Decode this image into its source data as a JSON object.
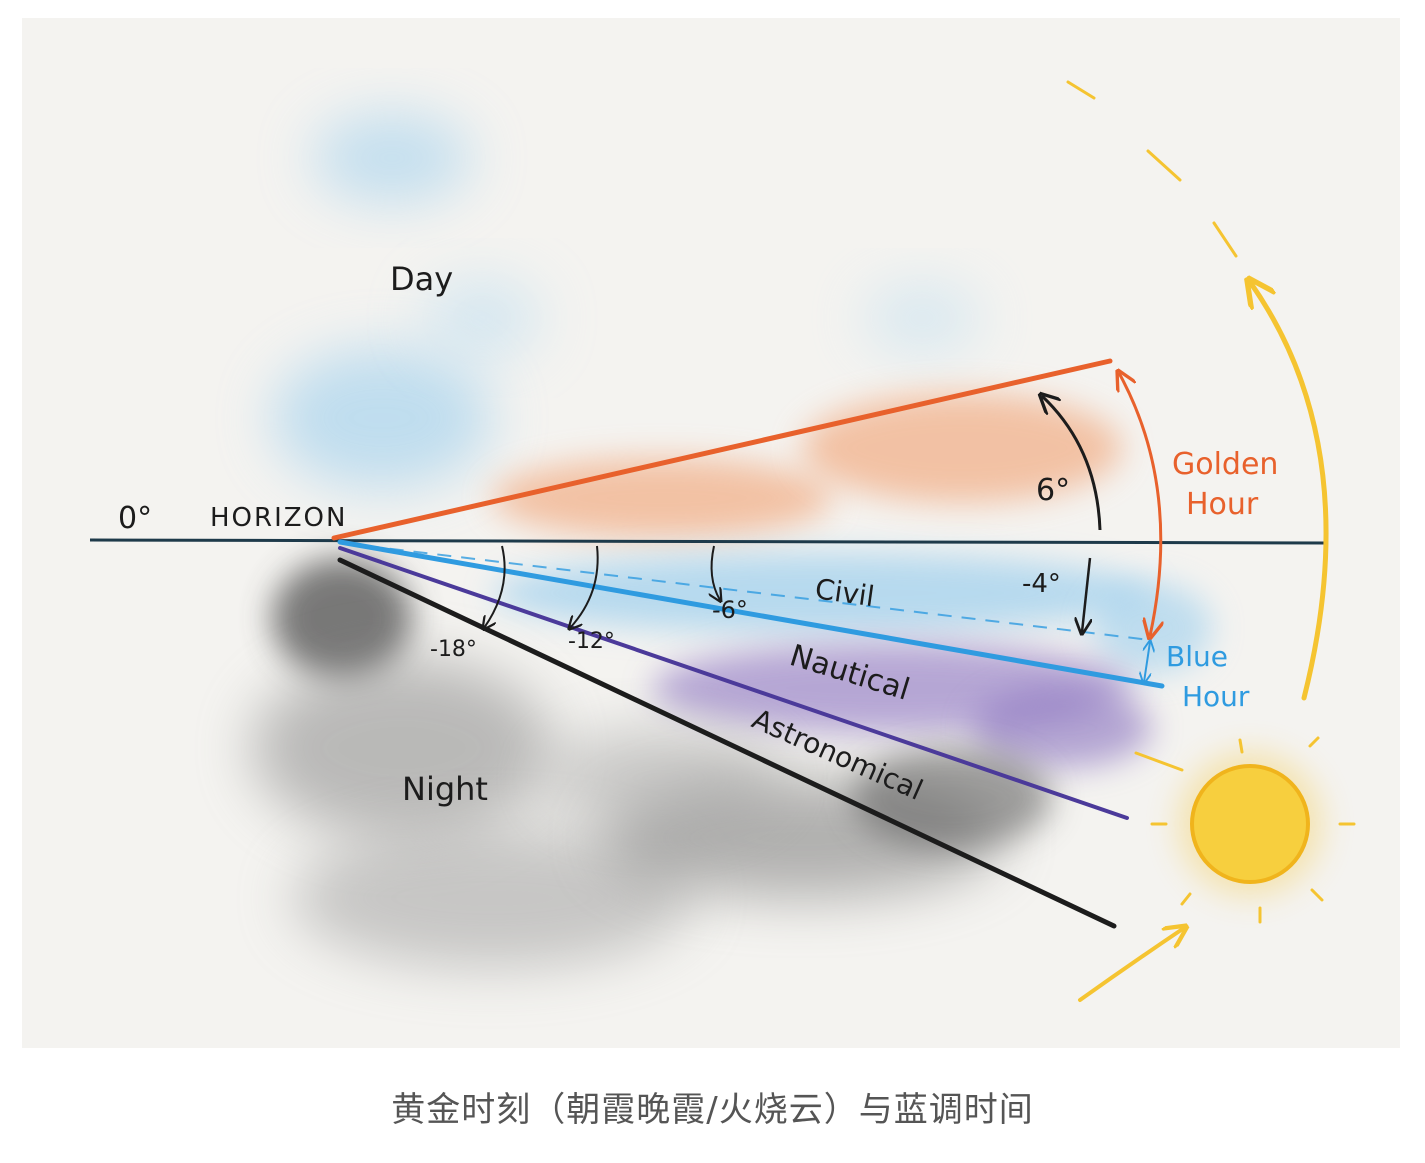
{
  "labels": {
    "day": "Day",
    "night": "Night",
    "horizon": "HORIZON",
    "zero_deg": "0°",
    "golden_line1": "Golden",
    "golden_line2": "Hour",
    "blue_line1": "Blue",
    "blue_line2": "Hour",
    "civil": "Civil",
    "nautical": "Nautical",
    "astronomical": "Astronomical",
    "plus6": "6°",
    "minus4": "-4°",
    "minus6": "-6°",
    "minus12": "-12°",
    "minus18": "-18°"
  },
  "caption": "黄金时刻（朝霞晚霞/火烧云）与蓝调时间",
  "colors": {
    "background": "#f4f3f0",
    "golden": "#e8612c",
    "civil_blue": "#2f9be0",
    "nautical_purple": "#4b3a9a",
    "astronomical_black": "#1c1c1c",
    "sun_yellow": "#f5c431",
    "sky_blue_wash": "#9ccfee",
    "orange_wash": "#f2a77c",
    "purple_wash": "#9b86c9",
    "night_gray": "#6b6b6b"
  }
}
